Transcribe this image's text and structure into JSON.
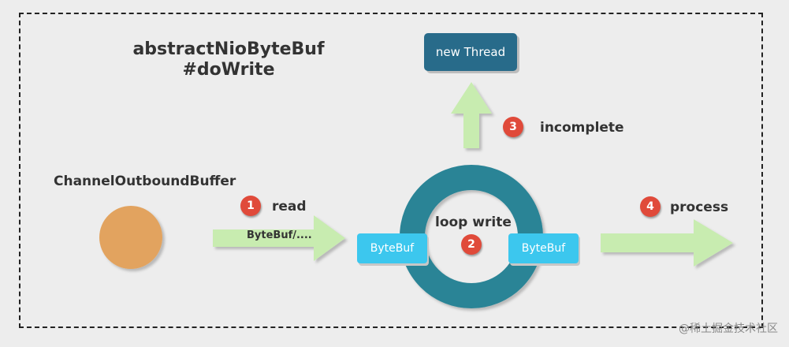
{
  "title": {
    "line1": "abstractNioByteBuf",
    "line2": "#doWrite"
  },
  "nodes": {
    "new_thread": "new Thread",
    "buffer_label": "ChannelOutboundBuffer",
    "bytebuf_left": "ByteBuf",
    "bytebuf_right": "ByteBuf",
    "loop_label": "loop write"
  },
  "steps": {
    "read": {
      "num": "1",
      "label": "read"
    },
    "loop": {
      "num": "2"
    },
    "incomplete": {
      "num": "3",
      "label": "incomplete"
    },
    "process": {
      "num": "4",
      "label": "process"
    }
  },
  "arrow_text": {
    "read_arrow": "ByteBuf/...."
  },
  "watermark": "@稀土掘金技术社区",
  "colors": {
    "background": "#ededed",
    "thread_box": "#286b8a",
    "ring": "#2a8496",
    "bytebuf": "#3cc7ee",
    "badge": "#e04a3a",
    "arrow": "#c8ecb0",
    "buffer_circle": "#e2a35e"
  }
}
